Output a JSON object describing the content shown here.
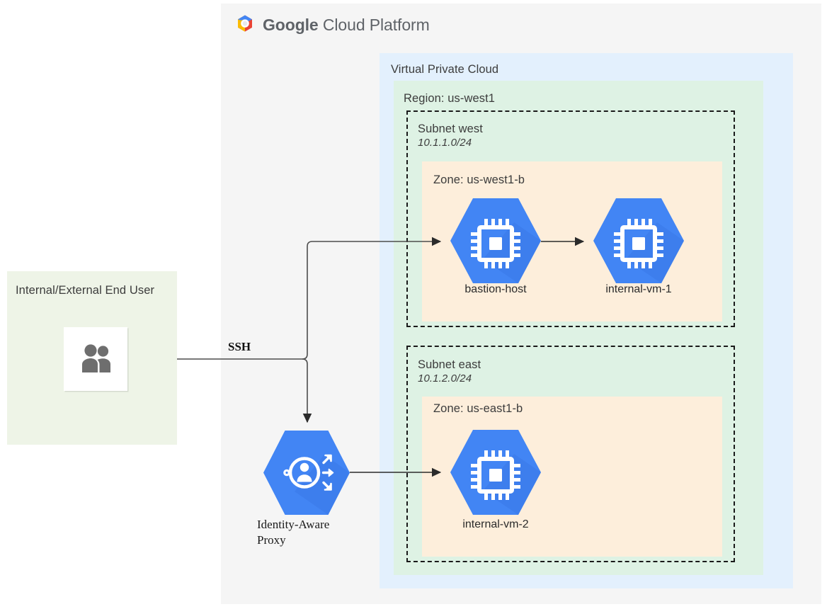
{
  "header": {
    "logo_icon": "google-cloud-platform-logo",
    "brand_bold": "Google",
    "brand_regular": " Cloud Platform"
  },
  "enduser": {
    "title": "Internal/External End User",
    "icon": "people-icon"
  },
  "connection": {
    "ssh_label": "SSH"
  },
  "iap": {
    "icon": "identity-aware-proxy-icon",
    "caption": "Identity-Aware Proxy"
  },
  "vpc": {
    "title": "Virtual Private Cloud",
    "region": {
      "title": "Region: us-west1",
      "subnets": [
        {
          "name": "Subnet west",
          "cidr": "10.1.1.0/24",
          "zone": {
            "title": "Zone: us-west1-b",
            "nodes": [
              {
                "name": "bastion-host",
                "icon": "compute-vm-icon"
              },
              {
                "name": "internal-vm-1",
                "icon": "compute-vm-icon"
              }
            ]
          }
        },
        {
          "name": "Subnet east",
          "cidr": "10.1.2.0/24",
          "zone": {
            "title": "Zone: us-east1-b",
            "nodes": [
              {
                "name": "internal-vm-2",
                "icon": "compute-vm-icon"
              }
            ]
          }
        }
      ]
    }
  },
  "colors": {
    "panel_gray": "#f5f5f5",
    "vpc_blue": "#e3f0fd",
    "region_green": "#def2e4",
    "zone_orange": "#fdeedb",
    "enduser_green": "#eef4e7",
    "node_blue": "#4285f4",
    "node_blue_shadow": "#3b78e7",
    "line_gray": "#4d4d4d",
    "text_dark": "#3c3c3c",
    "icon_gray": "#6e6e6e"
  }
}
